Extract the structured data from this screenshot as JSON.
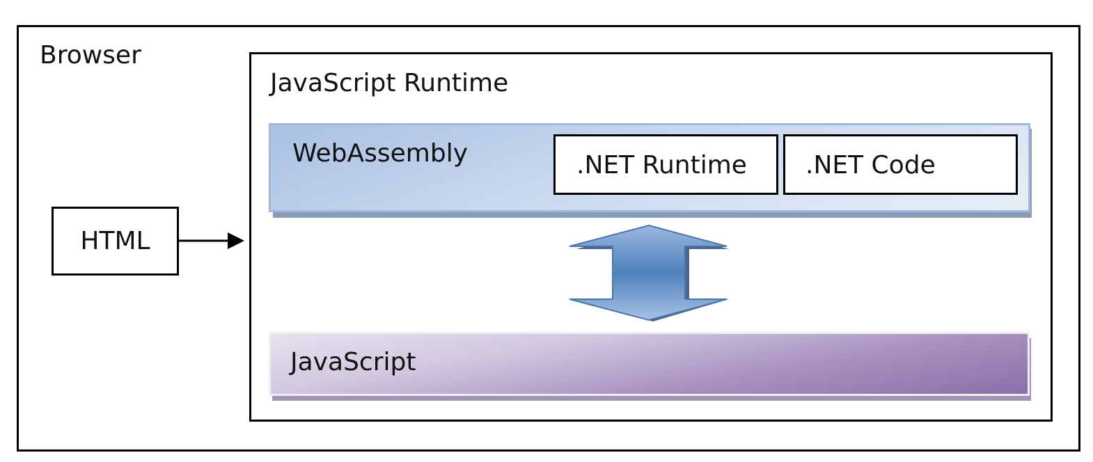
{
  "browser": {
    "label": "Browser"
  },
  "javascript_runtime": {
    "label": "JavaScript Runtime"
  },
  "html_box": {
    "label": "HTML"
  },
  "webassembly": {
    "label": "WebAssembly",
    "net_runtime_label": ".NET Runtime",
    "net_code_label": ".NET Code"
  },
  "javascript": {
    "label": "JavaScript"
  },
  "colors": {
    "webassembly_band": "#c9d8ee",
    "javascript_band": "#8a6fa9",
    "arrow": "#4f81bd",
    "border": "#000000"
  }
}
